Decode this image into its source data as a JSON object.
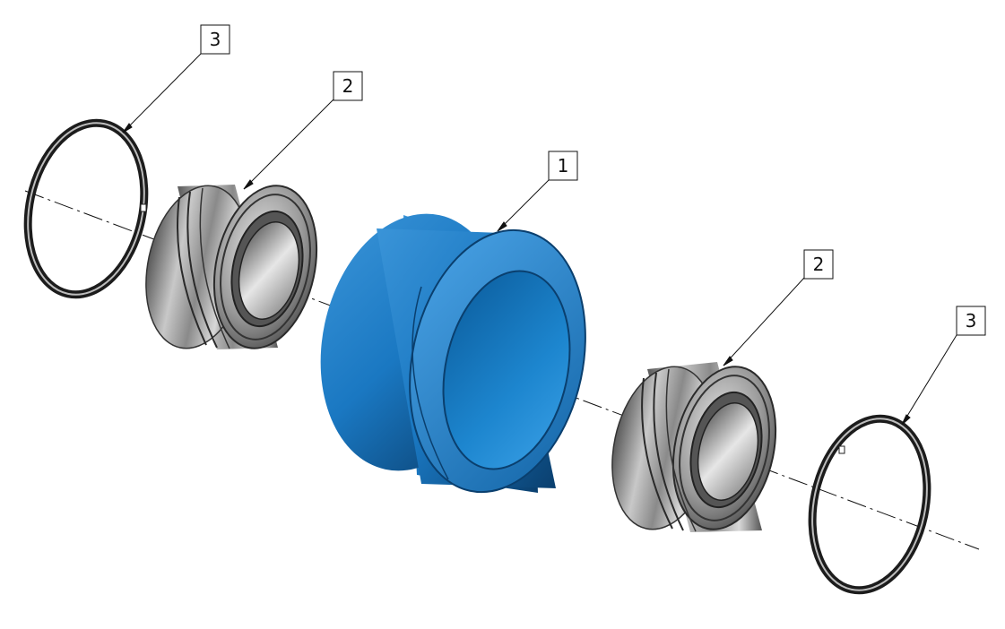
{
  "diagram": {
    "type": "exploded assembly view",
    "axis_style": "dash-dot centerline",
    "colors": {
      "housing": "#1a78c2",
      "housing_dark": "#0a4f86",
      "housing_light": "#4aa3e6",
      "bearing": "#9a9a9a",
      "bearing_dark": "#3c3c3c",
      "ring": "#2b2b2b",
      "leader": "#111111"
    },
    "balloons": [
      {
        "id": "balloon-3-left",
        "label": "3",
        "part": "retaining-ring"
      },
      {
        "id": "balloon-2-left",
        "label": "2",
        "part": "bearing"
      },
      {
        "id": "balloon-1",
        "label": "1",
        "part": "housing"
      },
      {
        "id": "balloon-2-right",
        "label": "2",
        "part": "bearing"
      },
      {
        "id": "balloon-3-right",
        "label": "3",
        "part": "retaining-ring"
      }
    ]
  }
}
